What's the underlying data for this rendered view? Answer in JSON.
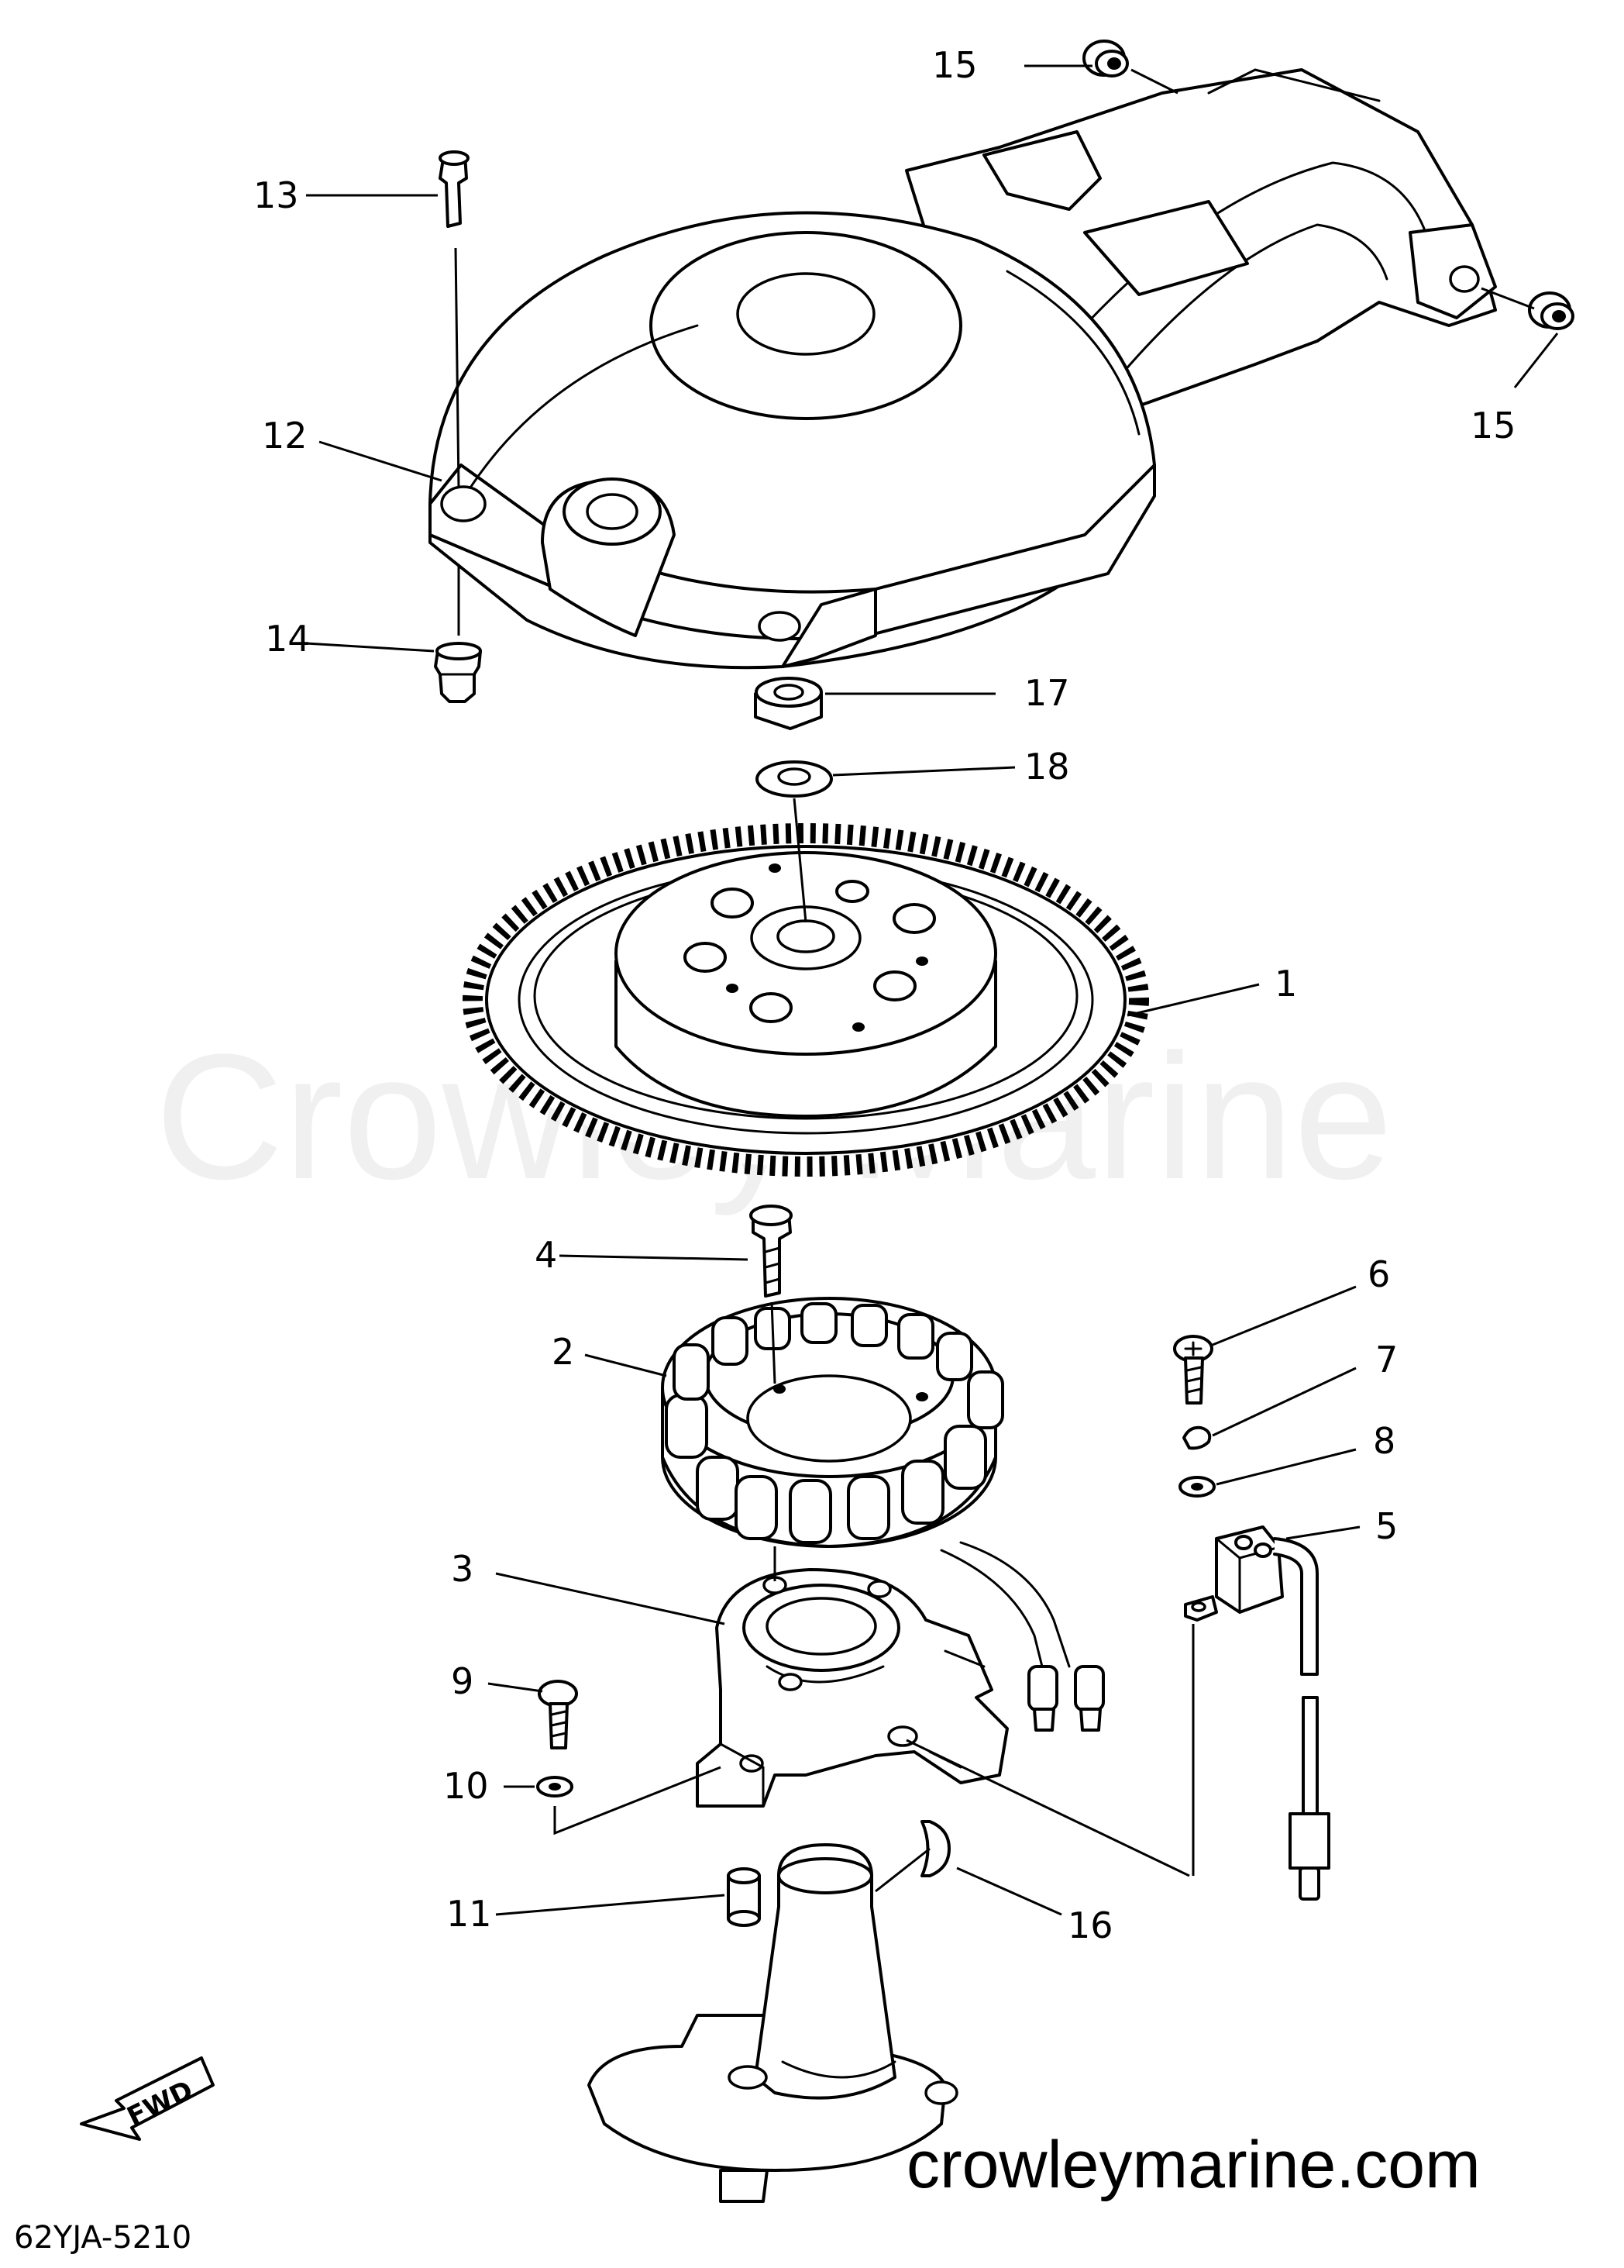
{
  "watermark": "Crowley Marine",
  "website": "crowleymarine.com",
  "diagram_code": "62YJA-5210",
  "direction_label": "FWD",
  "callouts": {
    "c1": "1",
    "c2": "2",
    "c3": "3",
    "c4": "4",
    "c5": "5",
    "c6": "6",
    "c7": "7",
    "c8": "8",
    "c9": "9",
    "c10": "10",
    "c11": "11",
    "c12": "12",
    "c13": "13",
    "c14": "14",
    "c15a": "15",
    "c15b": "15",
    "c16": "16",
    "c17": "17",
    "c18": "18"
  }
}
